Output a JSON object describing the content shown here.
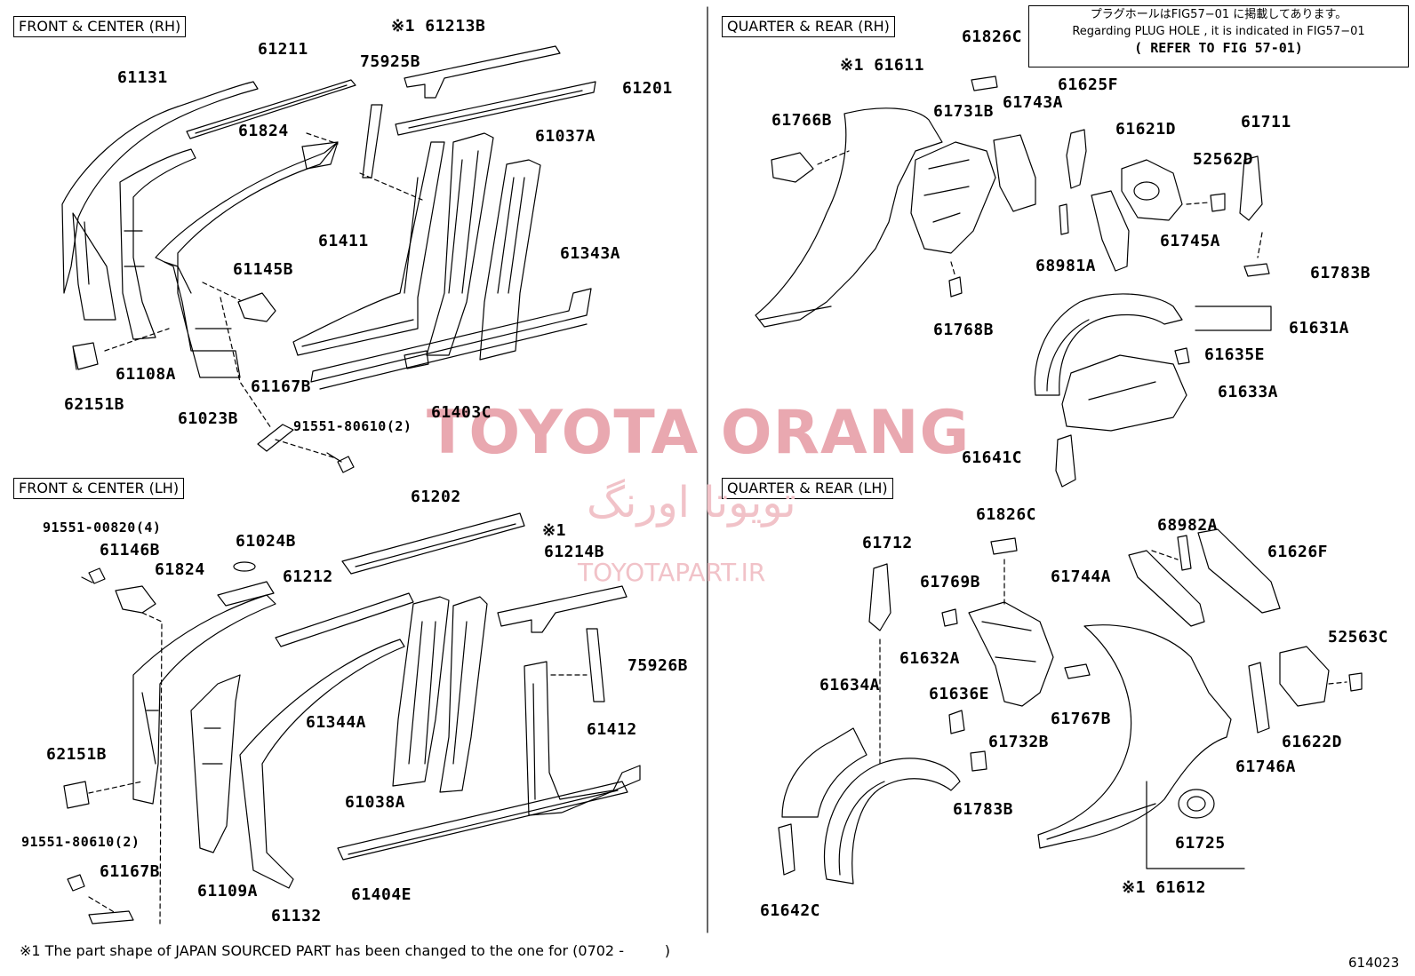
{
  "sections": {
    "front_rh": "FRONT & CENTER (RH)",
    "quarter_rh": "QUARTER & REAR (RH)",
    "front_lh": "FRONT & CENTER (LH)",
    "quarter_lh": "QUARTER & REAR (LH)"
  },
  "note": {
    "line_jp": "プラグホールはFIG57−01 に掲載してあります。",
    "line_en": "Regarding  PLUG HOLE , it is indicated  in  FIG57−01",
    "line_ref": "( REFER TO FIG 57-01)"
  },
  "watermark": {
    "main": "TOYOTA ORANG",
    "persian": "تویوتا اورنگ",
    "url": "TOYOTAPART.IR",
    "color": "#e9a8b0"
  },
  "footnote": "※1 The part shape of JAPAN SOURCED PART has been changed to the one for (0702 -         )",
  "figure_number": "614023",
  "parts_front_rh": [
    "61131",
    "61211",
    "※1 61213B",
    "75925B",
    "61201",
    "61824",
    "61037A",
    "61411",
    "61343A",
    "61145B",
    "61108A",
    "62151B",
    "61023B",
    "61167B",
    "91551-80610(2)",
    "61403C"
  ],
  "parts_quarter_rh": [
    "61826C",
    "※1 61611",
    "61731B",
    "61743A",
    "61625F",
    "61621D",
    "61711",
    "61766B",
    "52562D",
    "68981A",
    "61745A",
    "61783B",
    "61768B",
    "61631A",
    "61635E",
    "61633A",
    "61641C"
  ],
  "parts_front_lh": [
    "91551-00820(4)",
    "61146B",
    "61024B",
    "61824",
    "61212",
    "61202",
    "※1",
    "61214B",
    "75926B",
    "61412",
    "61344A",
    "62151B",
    "61038A",
    "91551-80610(2)",
    "61167B",
    "61109A",
    "61132",
    "61404E"
  ],
  "parts_quarter_lh": [
    "61826C",
    "61712",
    "61769B",
    "68982A",
    "61626F",
    "61744A",
    "52563C",
    "61632A",
    "61634A",
    "61636E",
    "61767B",
    "61732B",
    "61622D",
    "61746A",
    "61783B",
    "61725",
    "※1 61612",
    "61642C"
  ]
}
